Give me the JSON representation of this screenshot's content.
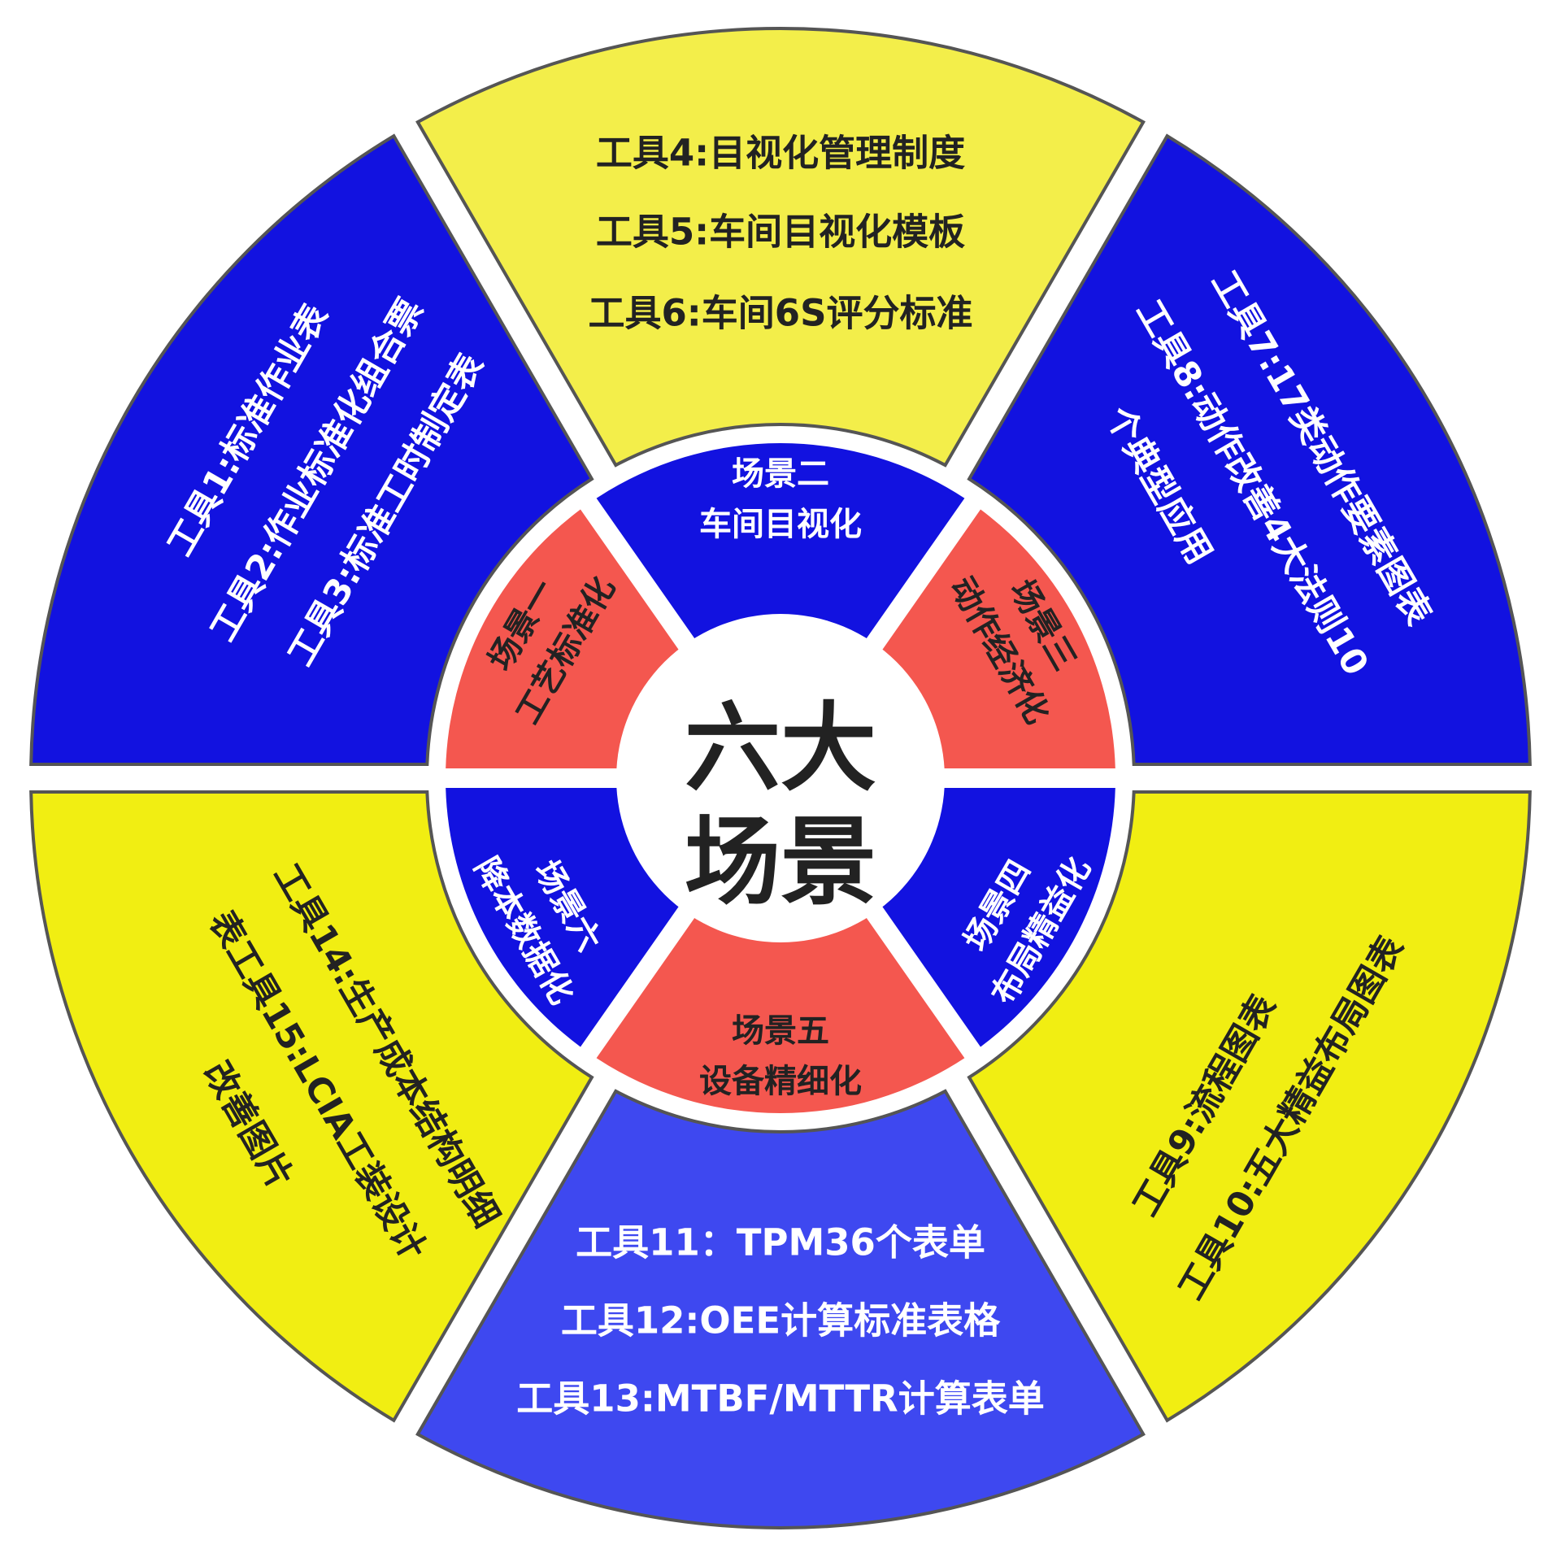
{
  "center": {
    "lines": [
      "六大",
      "场景"
    ]
  },
  "scenes": [
    {
      "id": "scene-1",
      "lines": [
        "场景一",
        "工艺标准化"
      ]
    },
    {
      "id": "scene-2",
      "lines": [
        "场景二",
        "车间目视化"
      ]
    },
    {
      "id": "scene-3",
      "lines": [
        "场景三",
        "动作经济化"
      ]
    },
    {
      "id": "scene-4",
      "lines": [
        "场景四",
        "布局精益化"
      ]
    },
    {
      "id": "scene-5",
      "lines": [
        "场景五",
        "设备精细化"
      ]
    },
    {
      "id": "scene-6",
      "lines": [
        "场景六",
        "降本数据化"
      ]
    }
  ],
  "tool_groups": [
    {
      "id": "tools-top",
      "lines": [
        "工具4:目视化管理制度",
        "工具5:车间目视化模板",
        "工具6:车间6S评分标准"
      ]
    },
    {
      "id": "tools-upper-right",
      "lines": [
        "工具7:17类动作要素图表",
        "工具8:动作改善4大法则10",
        "个典型应用"
      ]
    },
    {
      "id": "tools-lower-right",
      "lines": [
        "工具9:流程图表",
        "工具10:五大精益布局图表"
      ]
    },
    {
      "id": "tools-bottom",
      "lines": [
        "工具11：TPM36个表单",
        "工具12:OEE计算标准表格",
        "工具13:MTBF/MTTR计算表单"
      ]
    },
    {
      "id": "tools-lower-left",
      "lines": [
        "工具14:生产成本结构明细",
        "表工具15:LCIA工装设计",
        "改善图片"
      ]
    },
    {
      "id": "tools-upper-left",
      "lines": [
        "工具1:标准作业表",
        "工具2:作业标准化组合票",
        "工具3:标准工时制定表"
      ]
    }
  ],
  "colors": {
    "yellow": "#f1ee12",
    "yellow_light": "#f3ee4a",
    "blue": "#1212e0",
    "blue_light": "#3e48f0",
    "red": "#f4574f",
    "dark_text": "#222222",
    "white_text": "#ffffff",
    "outline": "#555555"
  }
}
